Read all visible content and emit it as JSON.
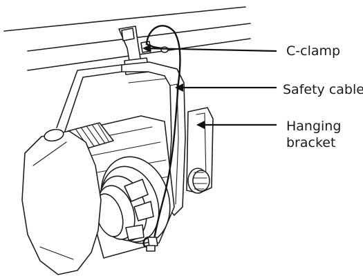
{
  "labels": {
    "c_clamp": "C-clamp",
    "safety_cable": "Safety cable",
    "hanging_bracket_line1": "Hanging",
    "hanging_bracket_line2": "bracket"
  },
  "colors": {
    "line": "#1e1e1e",
    "background": "#ffffff"
  }
}
